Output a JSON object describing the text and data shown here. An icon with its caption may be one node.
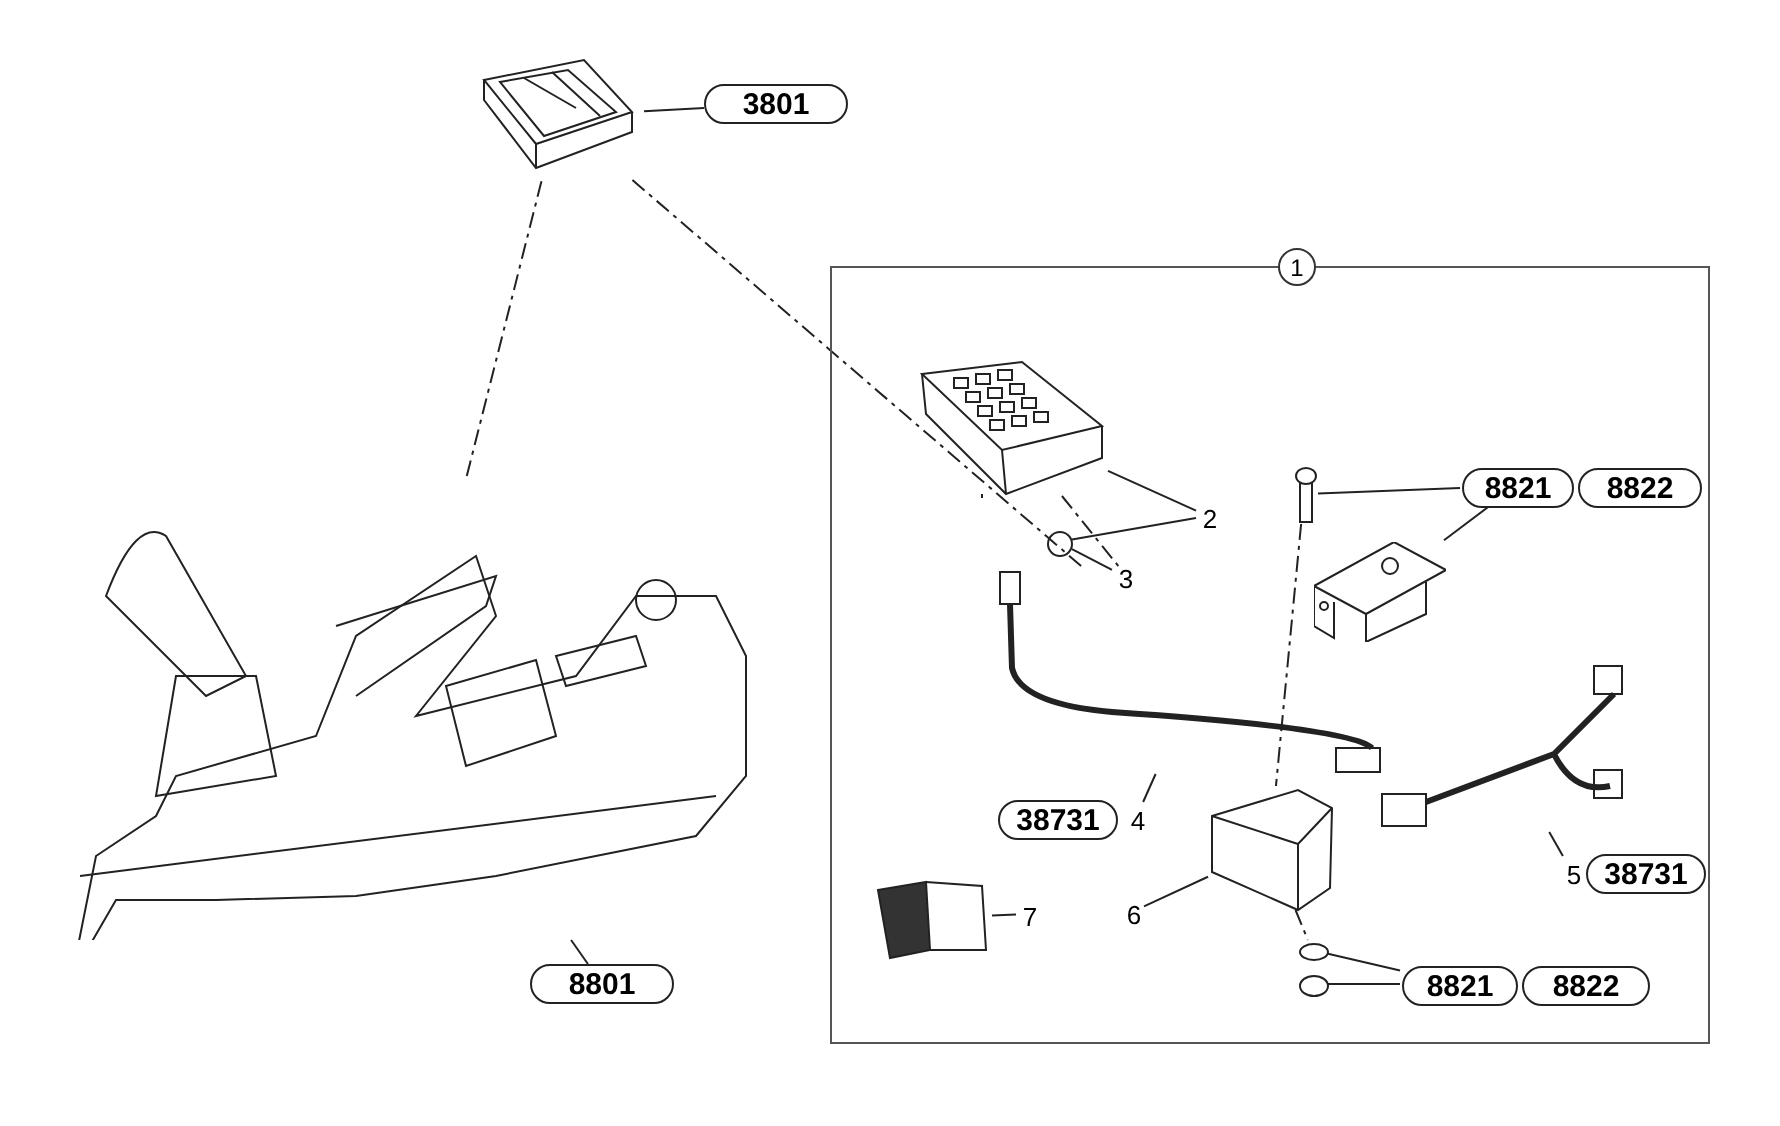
{
  "diagram": {
    "nodes": [
      {
        "text": [
          "1"
        ]
      },
      {
        "text": [
          "3801"
        ]
      },
      {
        "text": [],
        "shape": "picture"
      },
      {
        "text": [],
        "shape": "picture"
      },
      {
        "text": [
          "8801"
        ]
      },
      {
        "text": [],
        "shape": "picture",
        "in": 0
      },
      {
        "text": [],
        "shape": "circle",
        "in": 0
      },
      {
        "text": [
          "2"
        ],
        "in": 0
      },
      {
        "text": [
          "3"
        ],
        "in": 0
      },
      {
        "text": [],
        "shape": "picture",
        "in": 0
      },
      {
        "text": [],
        "shape": "picture",
        "in": 0
      },
      {
        "text": [
          "8821"
        ],
        "in": 0
      },
      {
        "text": [
          "8822"
        ],
        "in": 0
      },
      {
        "text": [],
        "shape": "picture",
        "in": 0
      },
      {
        "text": [
          "4"
        ],
        "in": 0
      },
      {
        "text": [
          "38731"
        ],
        "in": 0
      },
      {
        "text": [],
        "shape": "picture",
        "in": 0
      },
      {
        "text": [
          "6"
        ],
        "in": 0
      },
      {
        "text": [],
        "shape": "picture",
        "in": 0
      },
      {
        "text": [
          "5"
        ],
        "in": 0
      },
      {
        "text": [
          "38731"
        ],
        "in": 0
      },
      {
        "text": [],
        "shape": "picture",
        "in": 0
      },
      {
        "text": [
          "7"
        ],
        "in": 0
      },
      {
        "text": [],
        "shape": "circle",
        "in": 0
      },
      {
        "text": [],
        "shape": "circle",
        "in": 0
      },
      {
        "text": [
          "8821"
        ],
        "in": 0
      },
      {
        "text": [
          "8822"
        ],
        "in": 0
      }
    ],
    "edges": [
      {
        "from": 1,
        "to": 2,
        "arrow": "none"
      },
      {
        "from": 4,
        "to": 3,
        "arrow": "none"
      },
      {
        "from": 2,
        "to": 13,
        "arrow": "none",
        "style": "dashed"
      },
      {
        "from": 3,
        "to": 2,
        "arrow": "none",
        "style": "dashed"
      },
      {
        "from": 5,
        "to": 13,
        "arrow": "none",
        "style": "dashed"
      },
      {
        "from": 7,
        "to": 5,
        "arrow": "none"
      },
      {
        "from": 7,
        "to": 6,
        "arrow": "none"
      },
      {
        "from": 8,
        "to": 6,
        "arrow": "none"
      },
      {
        "from": 11,
        "to": 9,
        "arrow": "none"
      },
      {
        "from": 11,
        "to": 10,
        "arrow": "none"
      },
      {
        "from": 9,
        "to": 16,
        "arrow": "none",
        "style": "dashed"
      },
      {
        "from": 16,
        "to": 23,
        "arrow": "none",
        "style": "dashed"
      },
      {
        "from": 14,
        "to": 13,
        "arrow": "none"
      },
      {
        "from": 19,
        "to": 18,
        "arrow": "none"
      },
      {
        "from": 17,
        "to": 16,
        "arrow": "none"
      },
      {
        "from": 22,
        "to": 21,
        "arrow": "none"
      },
      {
        "from": 25,
        "to": 23,
        "arrow": "none"
      },
      {
        "from": 25,
        "to": 24,
        "arrow": "none"
      }
    ]
  }
}
